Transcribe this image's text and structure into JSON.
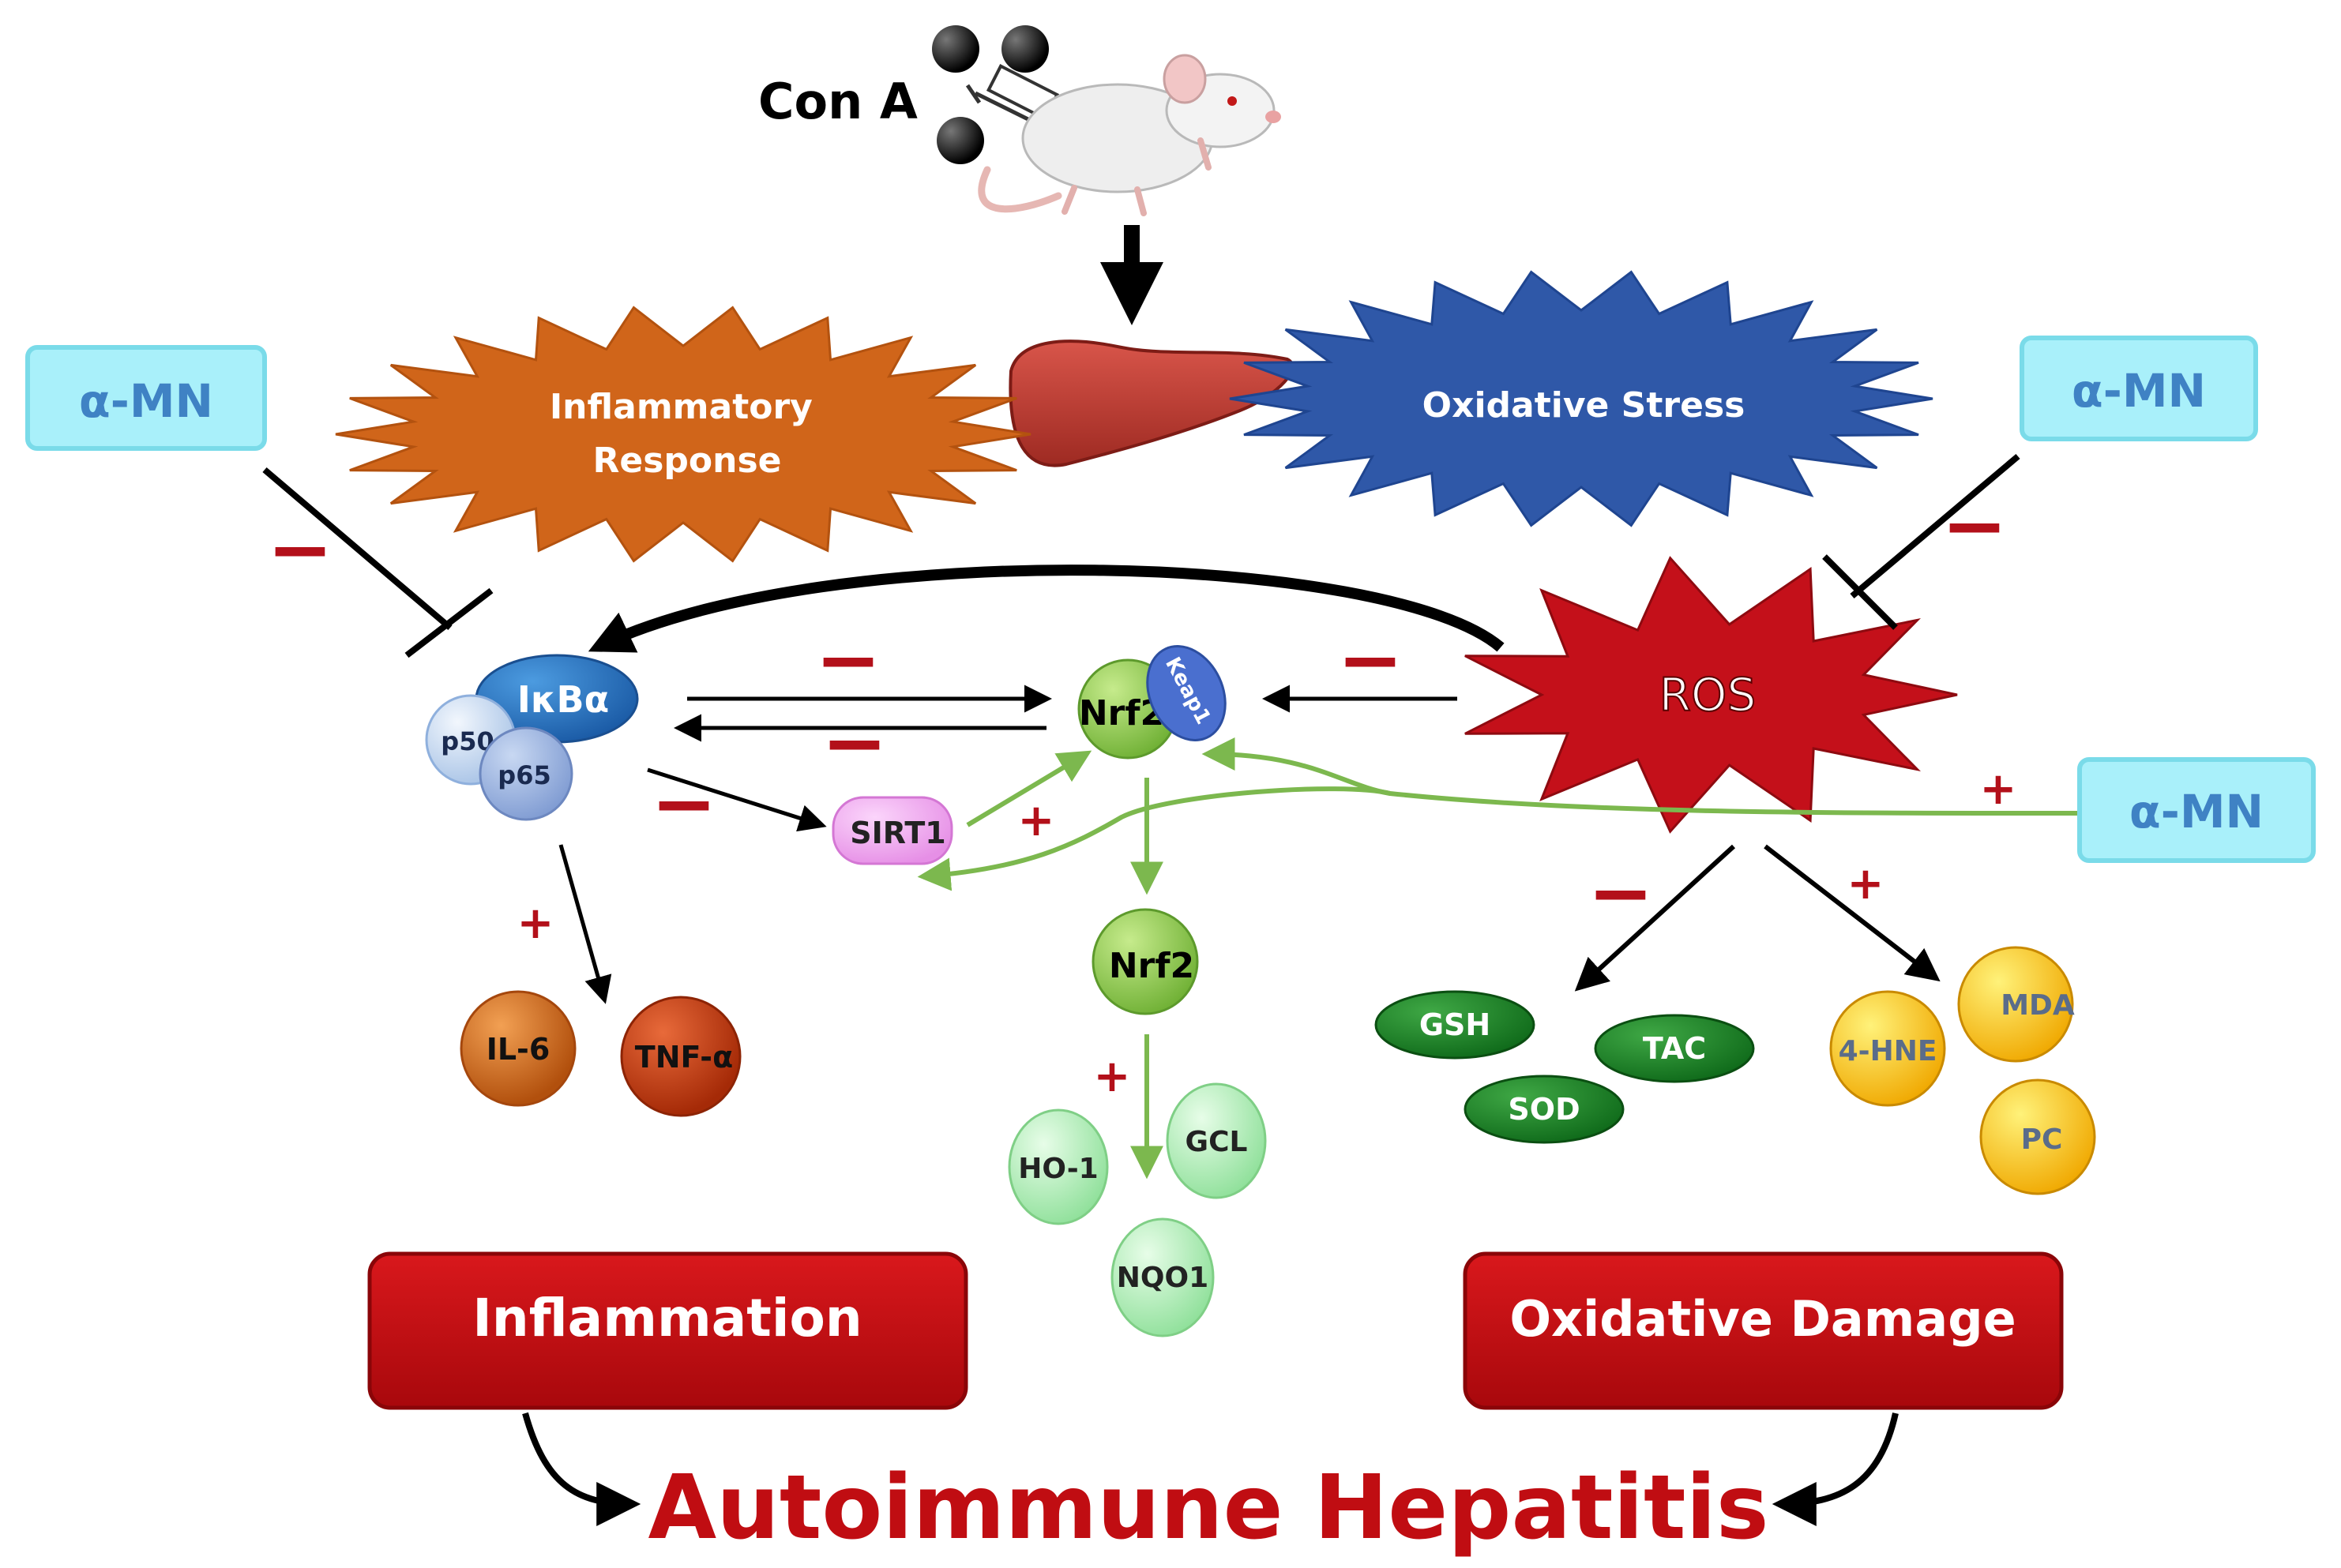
{
  "stimulus": {
    "label": "Con A"
  },
  "treatment": {
    "label": "α-MN"
  },
  "bursts": {
    "inflammatory_line1": "Inflammatory",
    "inflammatory_line2": "Response",
    "oxidative": "Oxidative Stress",
    "ros": "ROS"
  },
  "proteins": {
    "ikba": "IκBα",
    "p50": "p50",
    "p65": "p65",
    "nrf2": "Nrf2",
    "keap1": "Keap1",
    "nrf2_nuclear": "Nrf2",
    "sirt1": "SIRT1",
    "il6": "IL-6",
    "tnfa": "TNF-α",
    "ho1": "HO-1",
    "gcl": "GCL",
    "nqo1": "NQO1",
    "gsh": "GSH",
    "tac": "TAC",
    "sod": "SOD",
    "hne": "4-HNE",
    "mda": "MDA",
    "pc": "PC"
  },
  "signs": {
    "plus": "+",
    "minus": "−"
  },
  "outcomes": {
    "inflammation": "Inflammation",
    "oxidative_damage": "Oxidative Damage",
    "final": "Autoimmune Hepatitis"
  },
  "colors": {
    "inflammatory": "#d0651a",
    "oxidative": "#2f58a8",
    "ros": "#c4101a",
    "alpha_box": "#a9f0fa",
    "alpha_text": "#3f82c4",
    "outcome_box": "#c00d12",
    "final_text": "#c00d12",
    "green_arrow": "#7cb84e",
    "sign": "#b3101a"
  }
}
